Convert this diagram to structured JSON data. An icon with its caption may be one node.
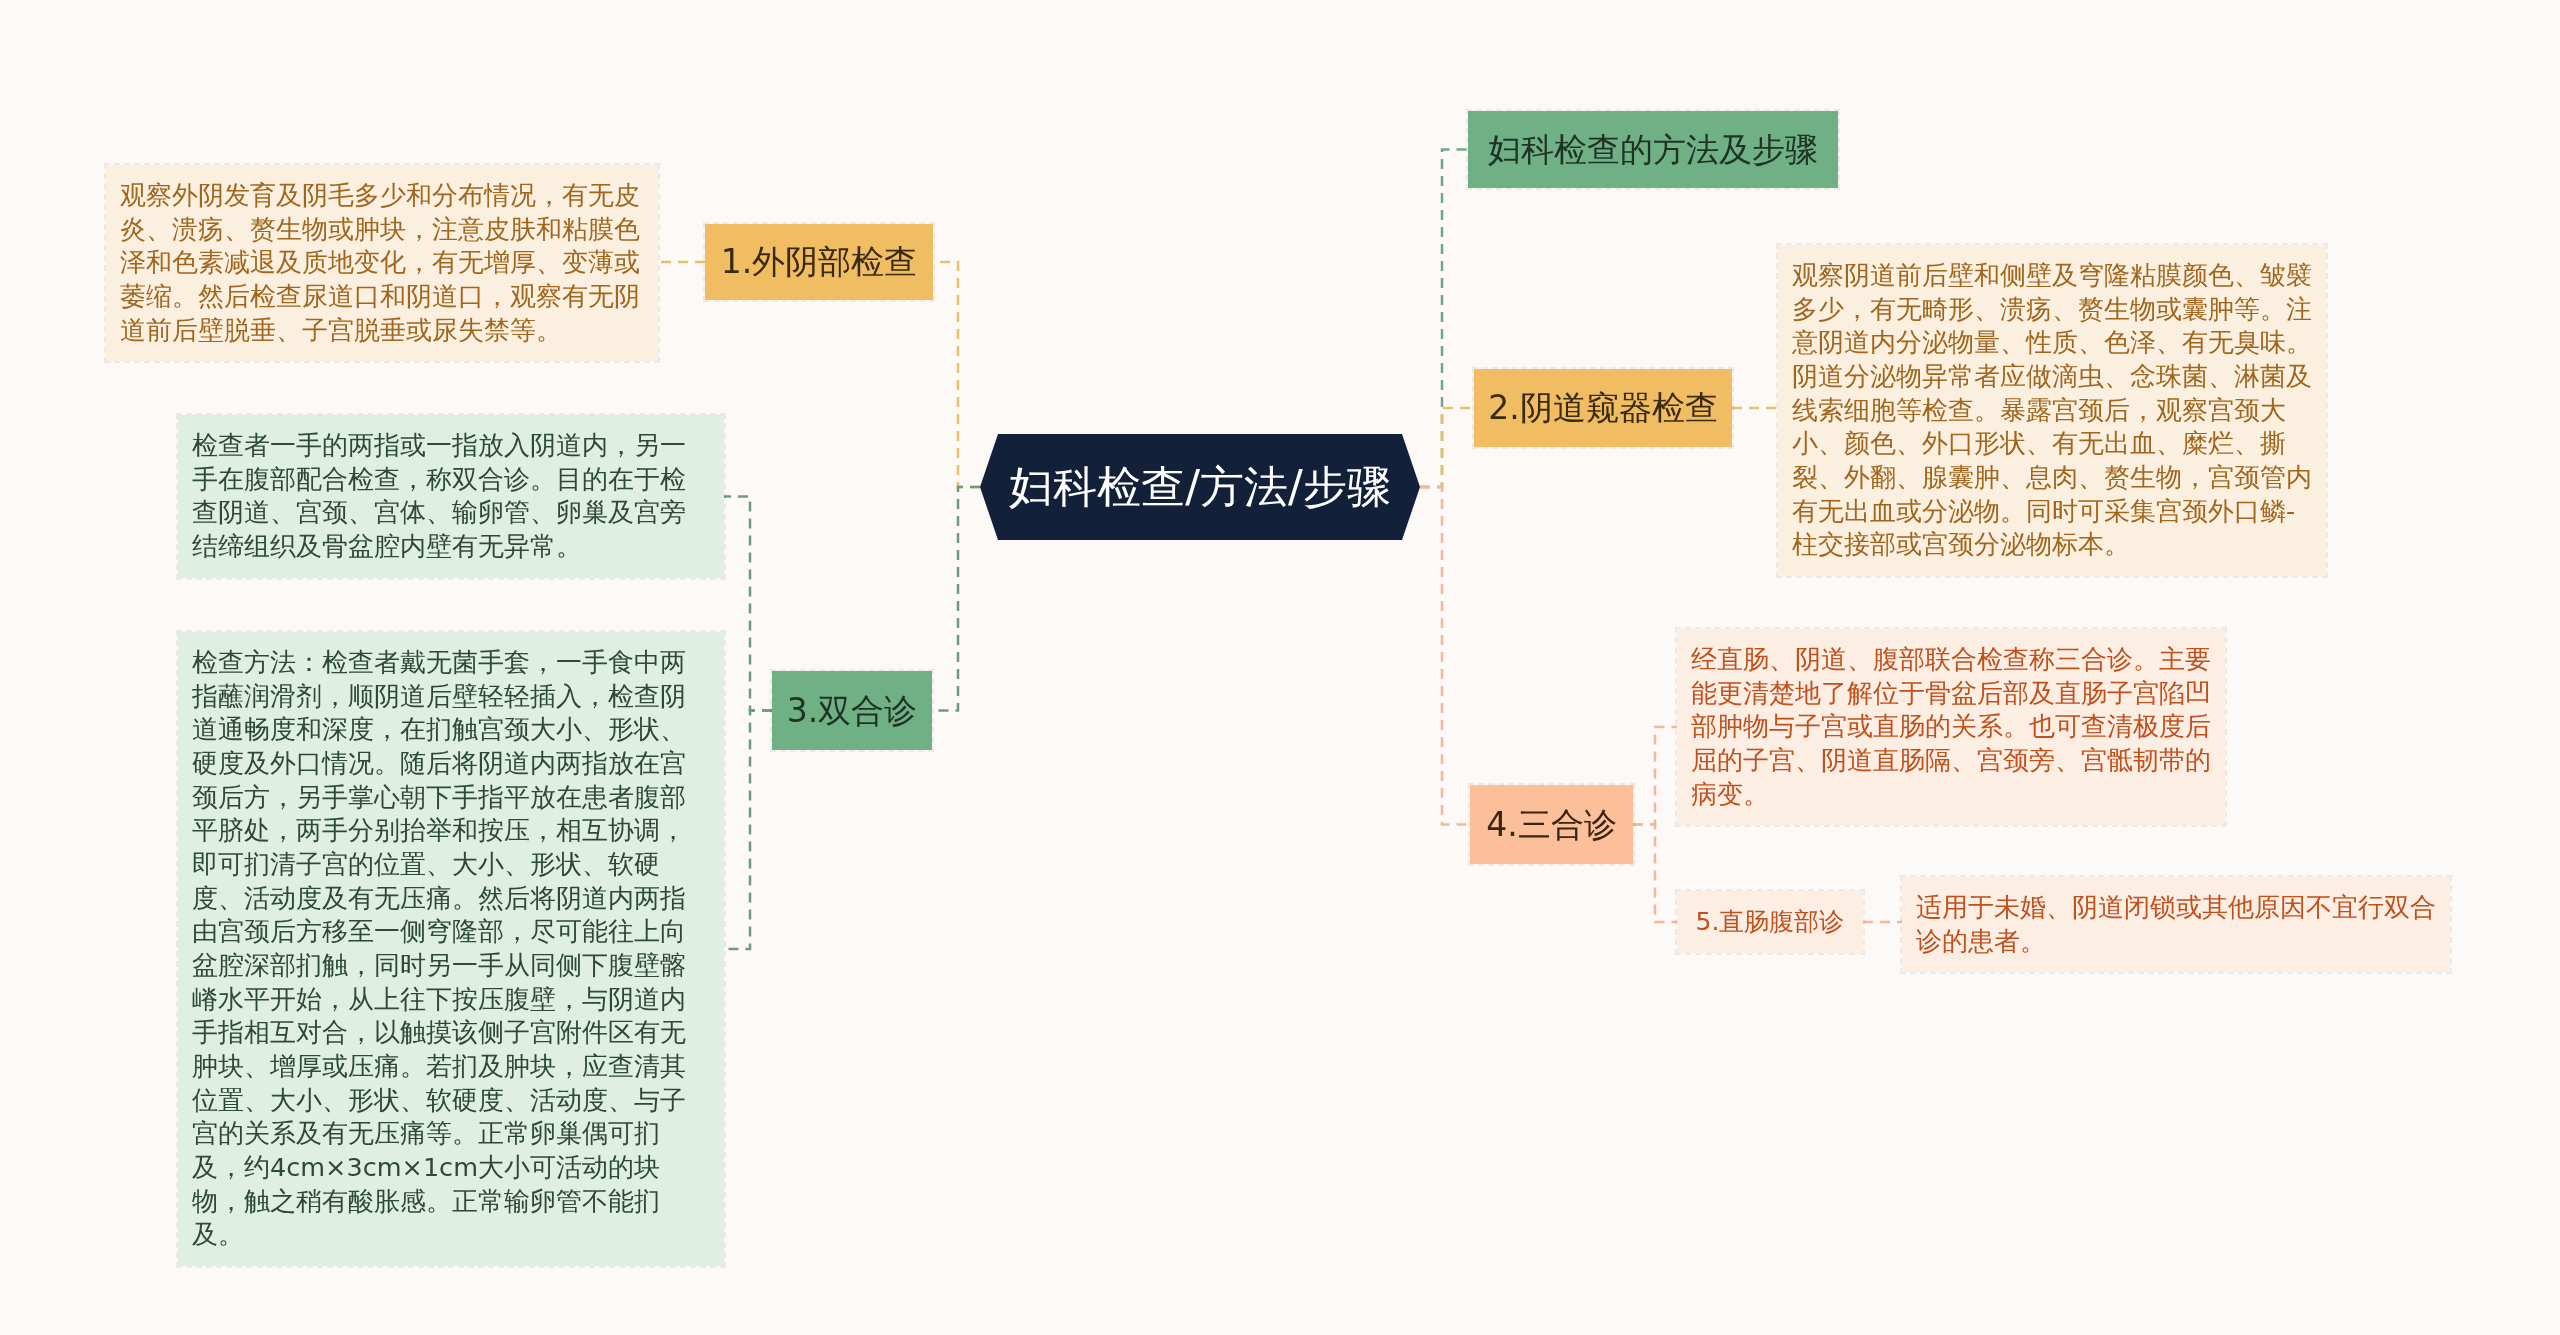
{
  "diagram": {
    "nodes": [
      {
        "text": [
          "妇科检查/方法/步骤"
        ]
      },
      {
        "text": [
          "1.外阴部检查"
        ]
      },
      {
        "text": [
          "观察外阴发育及阴毛多少和分布情况，有无皮炎、溃疡、赘生物或肿块，注意皮肤和粘膜色泽和色素减退及质地变化，有无增厚、变薄或萎缩。然后检查尿道口和阴道口，观察有无阴道前后壁脱垂、子宫脱垂或尿失禁等。"
        ]
      },
      {
        "text": [
          "3.双合诊"
        ]
      },
      {
        "text": [
          "检查者一手的两指或一指放入阴道内，另一手在腹部配合检查，称双合诊。目的在于检查阴道、宫颈、宫体、输卵管、卵巢及宫旁结缔组织及骨盆腔内壁有无异常。"
        ]
      },
      {
        "text": [
          "检查方法：检查者戴无菌手套，一手食中两指蘸润滑剂，顺阴道后壁轻轻插入，检查阴道通畅度和深度，在扪触宫颈大小、形状、硬度及外口情况。随后将阴道内两指放在宫颈后方，另手掌心朝下手指平放在患者腹部平脐处，两手分别抬举和按压，相互协调，即可扪清子宫的位置、大小、形状、软硬度、活动度及有无压痛。然后将阴道内两指由宫颈后方移至一侧穹隆部，尽可能往上向盆腔深部扪触，同时另一手从同侧下腹壁髂嵴水平开始，从上往下按压腹壁，与阴道内手指相互对合，以触摸该侧子宫附件区有无肿块、增厚或压痛。若扪及肿块，应查清其位置、大小、形状、软硬度、活动度、与子宫的关系及有无压痛等。正常卵巢偶可扪及，约4cm×3cm×1cm大小可活动的块物，触之稍有酸胀感。正常输卵管不能扪及。"
        ]
      },
      {
        "text": [
          "妇科检查的方法及步骤"
        ]
      },
      {
        "text": [
          "2.阴道窥器检查"
        ]
      },
      {
        "text": [
          "观察阴道前后壁和侧壁及穹隆粘膜颜色、皱襞多少，有无畸形、溃疡、赘生物或囊肿等。注意阴道内分泌物量、性质、色泽、有无臭味。阴道分泌物异常者应做滴虫、念珠菌、淋菌及线索细胞等检查。暴露宫颈后，观察宫颈大小、颜色、外口形状、有无出血、糜烂、撕裂、外翻、腺囊肿、息肉、赘生物，宫颈管内有无出血或分泌物。同时可采集宫颈外口鳞-柱交接部或宫颈分泌物标本。"
        ]
      },
      {
        "text": [
          "4.三合诊"
        ]
      },
      {
        "text": [
          "经直肠、阴道、腹部联合检查称三合诊。主要能更清楚地了解位于骨盆后部及直肠子宫陷凹部肿物与子宫或直肠的关系。也可查清极度后屈的子宫、阴道直肠隔、宫颈旁、宫骶韧带的病变。"
        ]
      },
      {
        "text": [
          "5.直肠腹部诊"
        ]
      },
      {
        "text": [
          "适用于未婚、阴道闭锁或其他原因不宜行双合诊的患者。"
        ]
      }
    ],
    "edges": [
      {
        "from": 0,
        "to": 1,
        "arrow": "none",
        "style": "dashed",
        "color": "#e9bf6a"
      },
      {
        "from": 1,
        "to": 2,
        "arrow": "none",
        "style": "dashed",
        "color": "#e9bf6a"
      },
      {
        "from": 0,
        "to": 3,
        "arrow": "none",
        "style": "dashed",
        "color": "#6e9b7e"
      },
      {
        "from": 3,
        "to": 4,
        "arrow": "none",
        "style": "dashed",
        "color": "#6e9b7e"
      },
      {
        "from": 3,
        "to": 5,
        "arrow": "none",
        "style": "dashed",
        "color": "#6e9b7e"
      },
      {
        "from": 0,
        "to": 6,
        "arrow": "none",
        "style": "dashed",
        "color": "#6fa888"
      },
      {
        "from": 0,
        "to": 7,
        "arrow": "none",
        "style": "dashed",
        "color": "#e9bf6a"
      },
      {
        "from": 7,
        "to": 8,
        "arrow": "none",
        "style": "dashed",
        "color": "#e9bf6a"
      },
      {
        "from": 0,
        "to": 9,
        "arrow": "none",
        "style": "dashed",
        "color": "#f4b898"
      },
      {
        "from": 9,
        "to": 10,
        "arrow": "none",
        "style": "dashed",
        "color": "#f4b898"
      },
      {
        "from": 9,
        "to": 11,
        "arrow": "none",
        "style": "dashed",
        "color": "#f4b898"
      },
      {
        "from": 11,
        "to": 12,
        "arrow": "none",
        "style": "dashed",
        "color": "#f4b898"
      }
    ]
  }
}
